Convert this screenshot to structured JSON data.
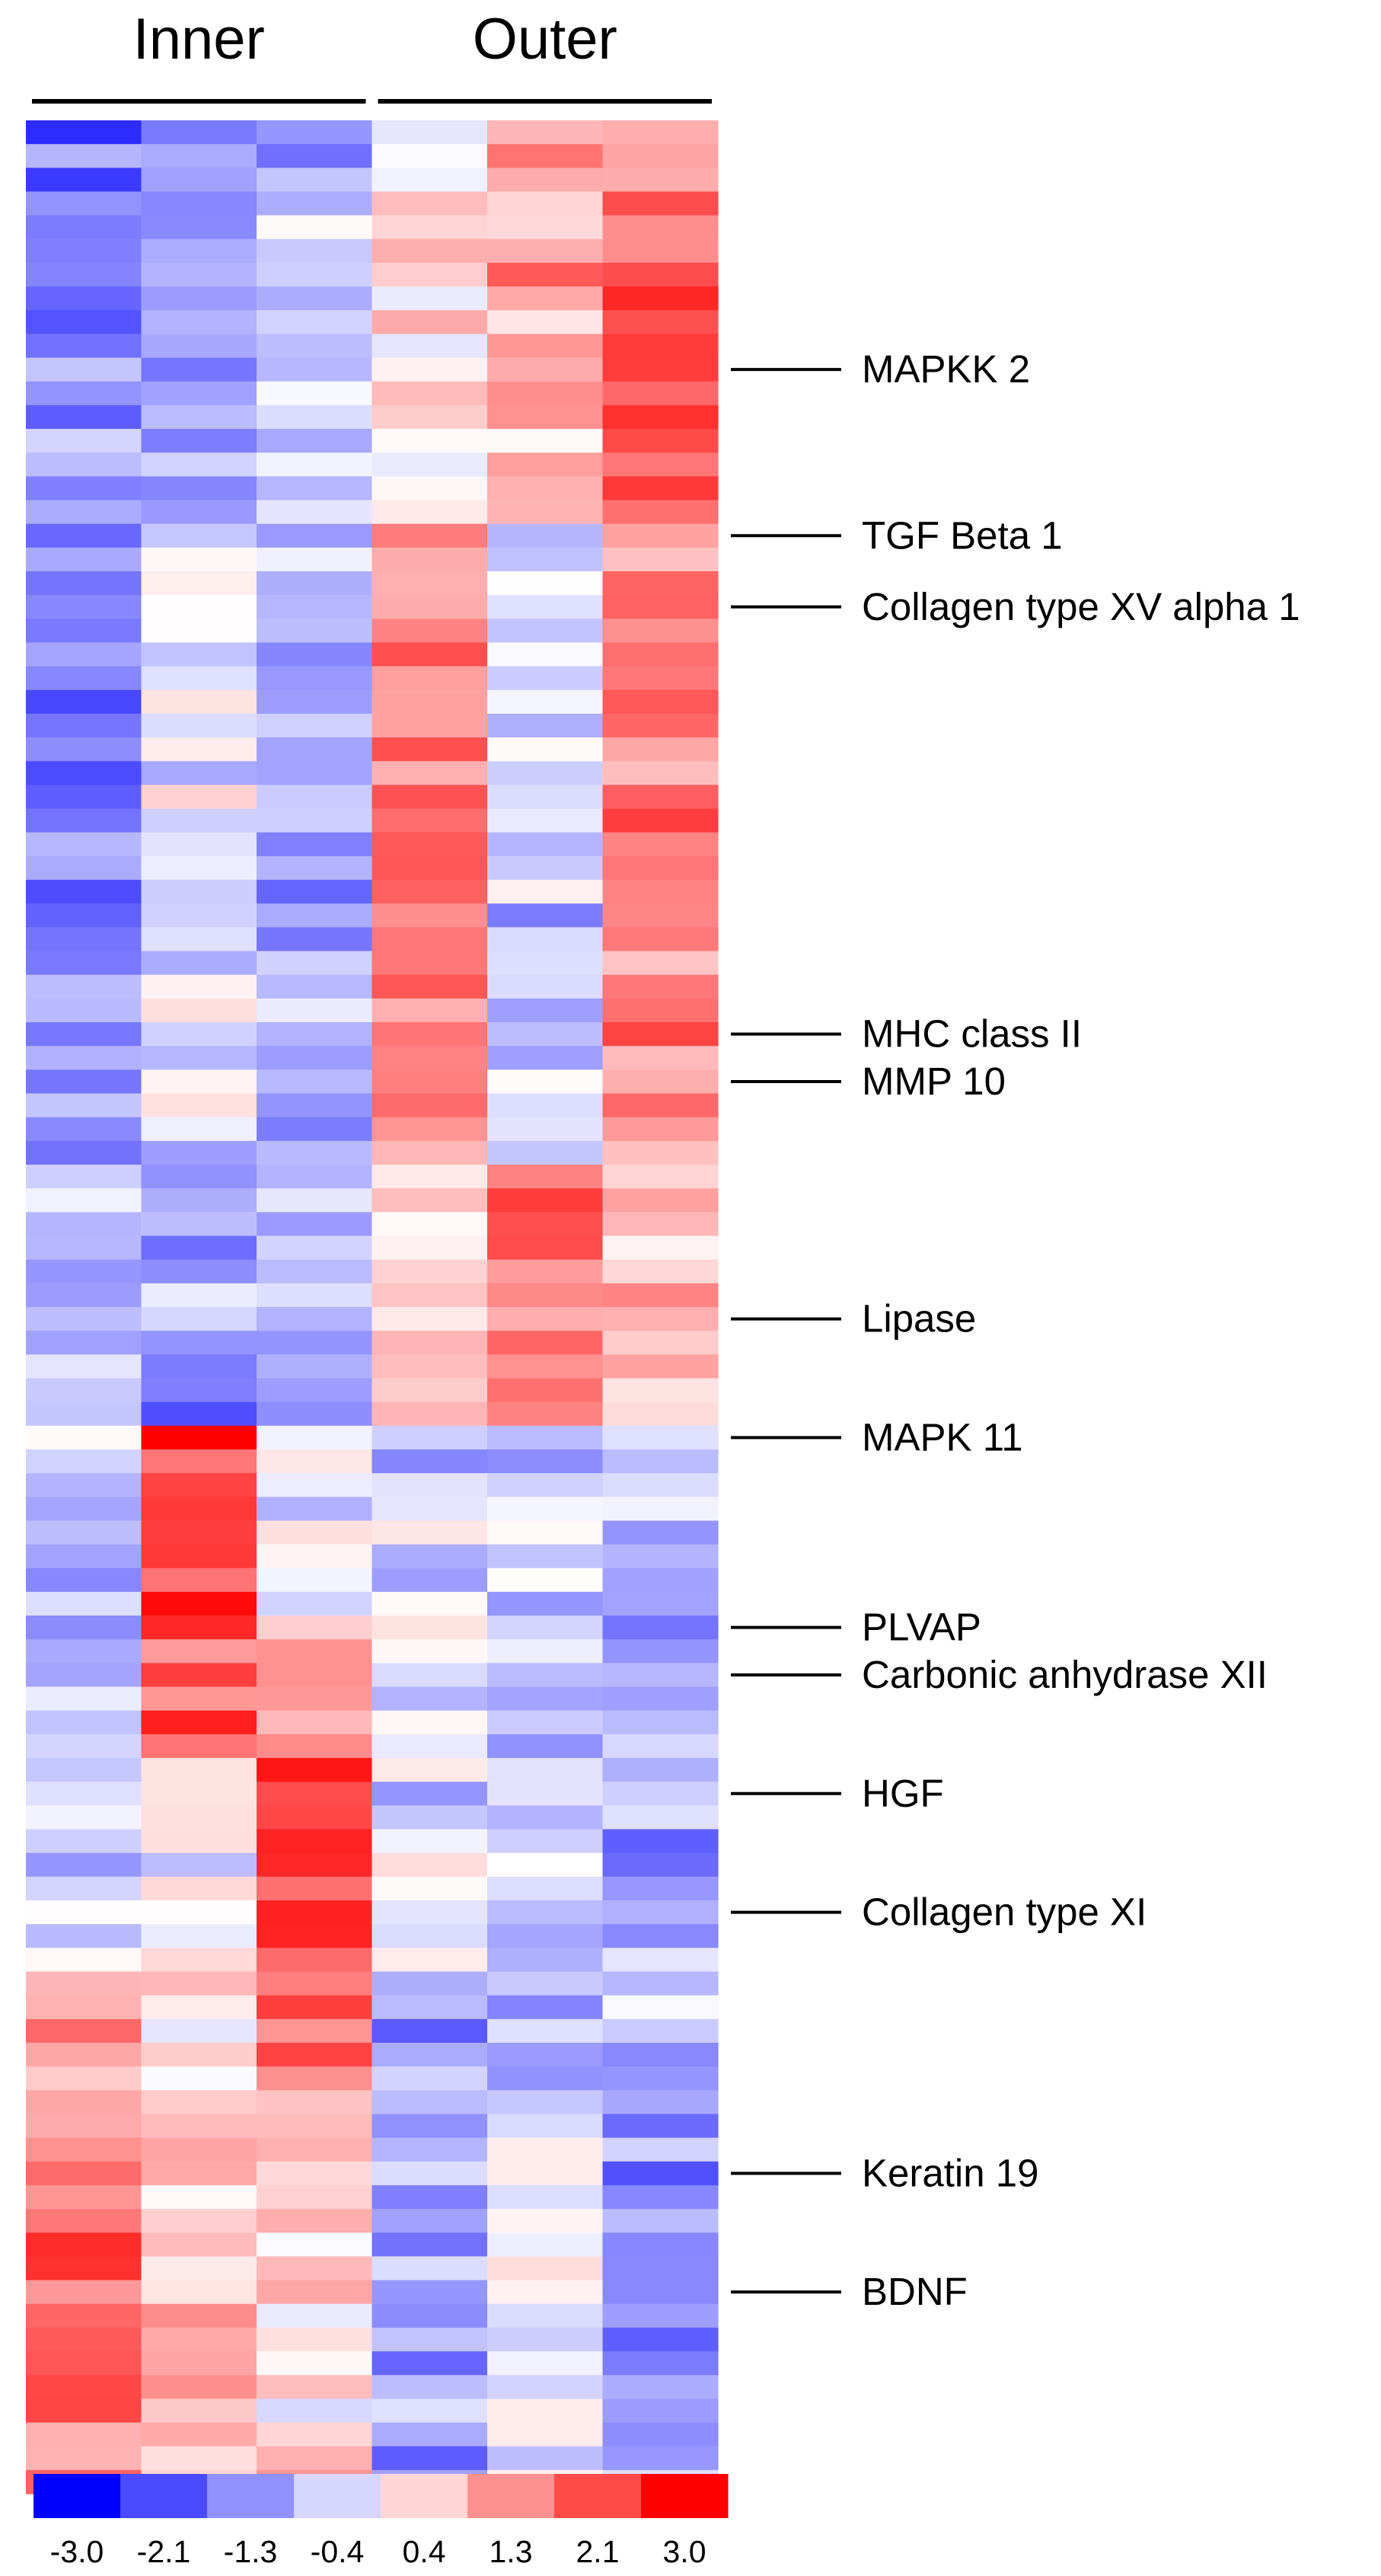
{
  "chart_data": {
    "type": "heatmap",
    "groups": [
      {
        "label": "Inner",
        "columns": 3
      },
      {
        "label": "Outer",
        "columns": 3
      }
    ],
    "n_rows": 100,
    "n_columns": 6,
    "value_range": [
      -3.0,
      3.0
    ],
    "color_scale": {
      "low": "#0000ff",
      "mid": "#ffffff",
      "high": "#ff0000",
      "ticks": [
        "-3.0",
        "-2.1",
        "-1.3",
        "-0.4",
        "0.4",
        "1.3",
        "2.1",
        "3.0"
      ],
      "swatches": [
        "#0000ff",
        "#4a4aff",
        "#9090ff",
        "#d6d6ff",
        "#ffd6d6",
        "#ff9090",
        "#ff4a4a",
        "#ff0000"
      ]
    },
    "annotated_genes": [
      {
        "label": "MAPKK 2",
        "row": 10
      },
      {
        "label": "TGF Beta 1",
        "row": 17
      },
      {
        "label": "Collagen type XV alpha 1",
        "row": 20
      },
      {
        "label": "MHC class II",
        "row": 38
      },
      {
        "label": "MMP 10",
        "row": 40
      },
      {
        "label": "Lipase",
        "row": 50
      },
      {
        "label": "MAPK 11",
        "row": 55
      },
      {
        "label": "PLVAP",
        "row": 63
      },
      {
        "label": "Carbonic anhydrase XII",
        "row": 65
      },
      {
        "label": "HGF",
        "row": 70
      },
      {
        "label": "Collagen type XI",
        "row": 75
      },
      {
        "label": "Keratin 19",
        "row": 86
      },
      {
        "label": "BDNF",
        "row": 91
      }
    ],
    "blocks": [
      {
        "rows": [
          0,
          17
        ],
        "values": [
          -1.5,
          -1.2,
          -0.8,
          0.3,
          1.0,
          1.8
        ]
      },
      {
        "rows": [
          17,
          44
        ],
        "values": [
          -1.5,
          -0.3,
          -0.9,
          1.6,
          -0.6,
          1.3
        ]
      },
      {
        "rows": [
          44,
          55
        ],
        "values": [
          -0.7,
          -1.2,
          -0.9,
          0.6,
          1.7,
          0.7
        ]
      },
      {
        "rows": [
          55,
          63
        ],
        "values": [
          -0.6,
          2.2,
          -0.4,
          -0.6,
          -0.7,
          -0.5
        ]
      },
      {
        "rows": [
          63,
          69
        ],
        "values": [
          -0.5,
          1.7,
          0.9,
          -0.6,
          -0.9,
          -1.3
        ]
      },
      {
        "rows": [
          69,
          78
        ],
        "values": [
          -0.3,
          0.2,
          2.2,
          -0.3,
          -0.6,
          -1.0
        ]
      },
      {
        "rows": [
          78,
          84
        ],
        "values": [
          1.3,
          0.3,
          1.6,
          -1.0,
          -0.8,
          -1.0
        ]
      },
      {
        "rows": [
          84,
          100
        ],
        "values": [
          1.7,
          0.7,
          0.4,
          -1.2,
          0.0,
          -1.2
        ]
      }
    ]
  }
}
